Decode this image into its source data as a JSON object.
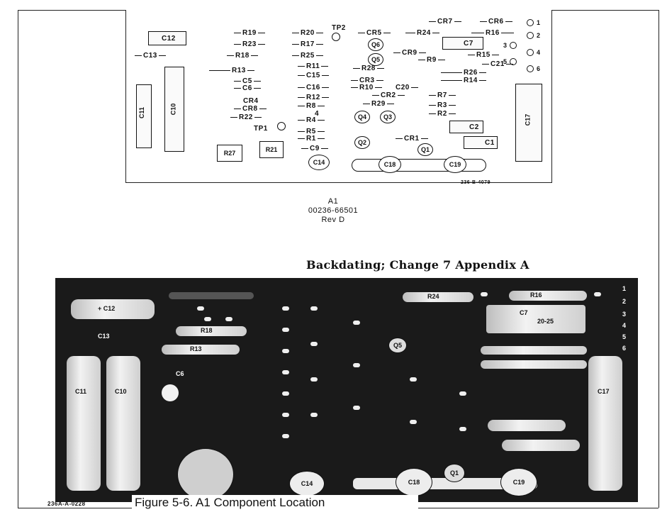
{
  "schematic": {
    "labels": {
      "c12": "C12",
      "c13": "C13",
      "c11": "C11",
      "c10": "C10",
      "c17": "C17",
      "c7": "C7",
      "c2": "C2",
      "c1": "C1",
      "r19": "R19",
      "r20": "R20",
      "tp2": "TP2",
      "cr5": "CR5",
      "r24": "R24",
      "cr7": "CR7",
      "cr6": "CR6",
      "r16": "R16",
      "r23": "R23",
      "r17": "R17",
      "r18": "R18",
      "r25": "R25",
      "cr9": "CR9",
      "r9": "R9",
      "r15": "R15",
      "c21": "C21",
      "r13": "R13",
      "r11": "R11",
      "r28": "R28",
      "r26": "R26",
      "r14": "R14",
      "c15": "C15",
      "c5": "C5",
      "cr3": "CR3",
      "c6": "C6",
      "c16": "C16",
      "r10": "R10",
      "c20": "C20",
      "cr4": "CR4",
      "r12": "R12",
      "cr2": "CR2",
      "r7": "R7",
      "cr8": "CR8",
      "r8": "R8",
      "r29": "R29",
      "r3": "R3",
      "r22": "R22",
      "four": "4",
      "r4": "R4",
      "r2": "R2",
      "tp1": "TP1",
      "r5": "R5",
      "r1": "R1",
      "cr1": "CR1",
      "c9": "C9",
      "r27": "R27",
      "r21": "R21",
      "q6": "Q6",
      "q5": "Q5",
      "q4": "Q4",
      "q3": "Q3",
      "q2": "Q2",
      "q1": "Q1",
      "c14": "C14",
      "c18": "C18",
      "c19": "C19",
      "pin1": "1",
      "pin2": "2",
      "pin3": "3",
      "pin4": "4",
      "pin5": "5",
      "pin6": "6",
      "drawing_no": "236-B-4079"
    }
  },
  "assembly": {
    "name": "A1",
    "part_number": "00236-66501",
    "revision": "Rev D"
  },
  "backdating": "Backdating; Change 7 Appendix A",
  "photo": {
    "labels": {
      "c12": "+ C12",
      "r24": "R24",
      "r16": "R16",
      "c7": "C7",
      "c7_note": "20-25",
      "c13": "C13",
      "r18": "R18",
      "r13": "R13",
      "c6": "C6",
      "q5": "Q5",
      "c11": "C11",
      "c10": "C10",
      "c17": "C17",
      "c14": "C14",
      "c18": "C18",
      "c19": "C19",
      "q1": "Q1",
      "pin1": "1",
      "pin2": "2",
      "pin3": "3",
      "pin4": "4",
      "pin5": "5",
      "pin6": "6"
    },
    "photo_id": "236A-A-0228"
  },
  "figure_caption": "Figure 5-6. A1 Component Location"
}
